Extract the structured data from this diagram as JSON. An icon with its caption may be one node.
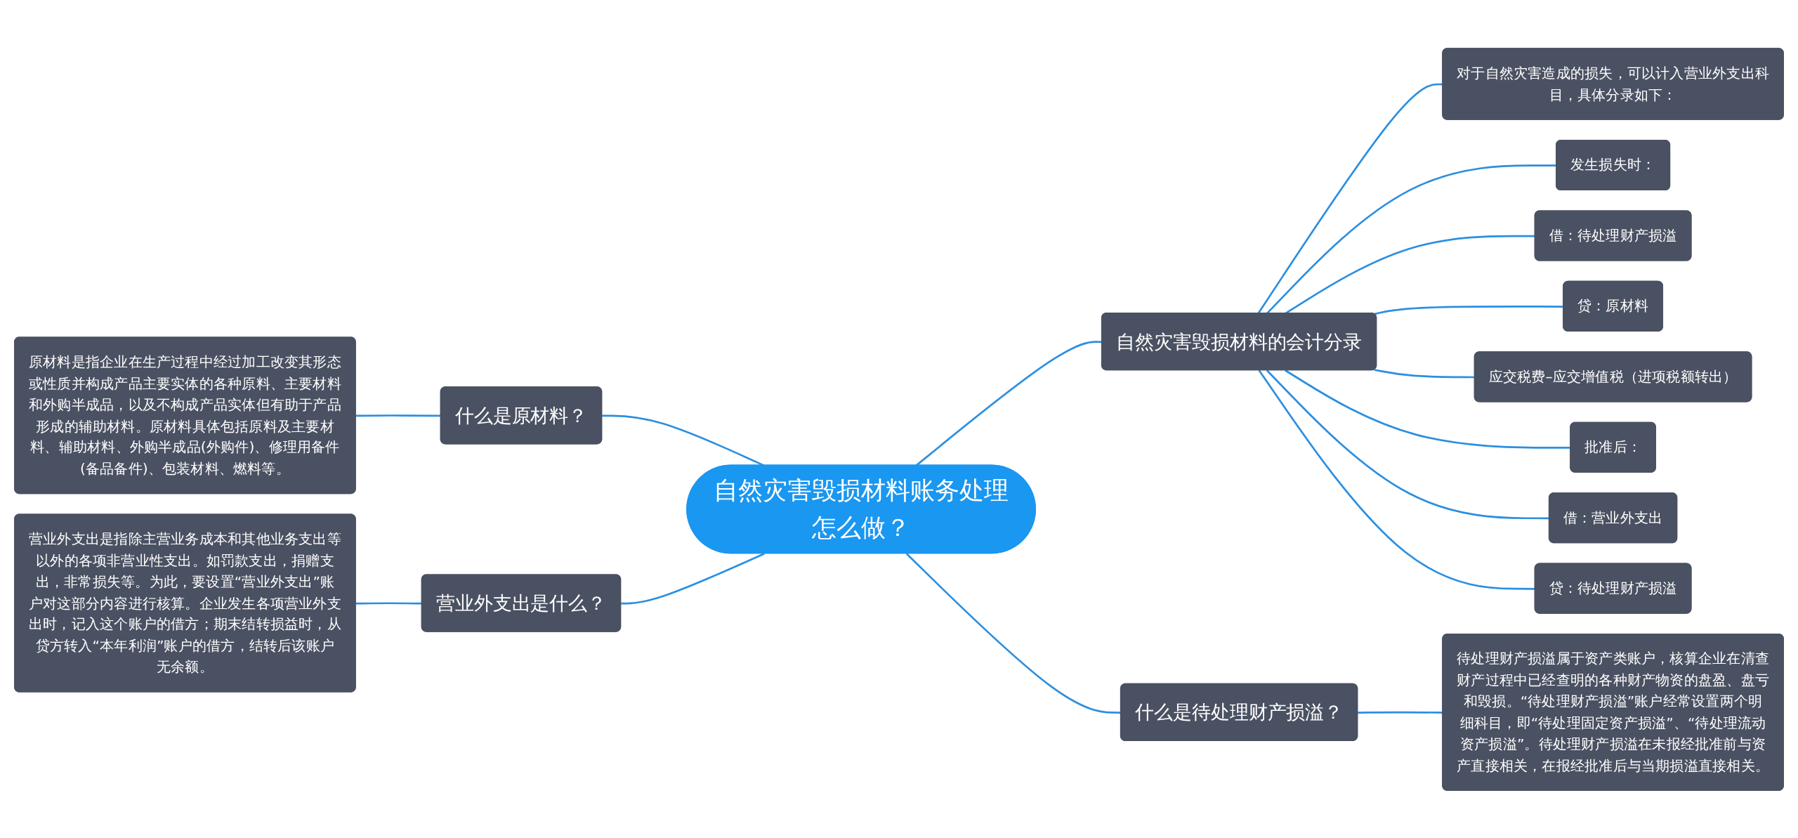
{
  "diagram": {
    "nodes": [
      {
        "text": [
          "自然灾害毁损材料账务处理怎么做？"
        ]
      },
      {
        "text": [
          "自然灾害毁损材料的会计分录"
        ]
      },
      {
        "text": [
          "对于自然灾害造成的损失，可以计入营业外支出科目，具体分录如下："
        ]
      },
      {
        "text": [
          "发生损失时："
        ]
      },
      {
        "text": [
          "借：待处理财产损溢"
        ]
      },
      {
        "text": [
          "贷：原材料"
        ]
      },
      {
        "text": [
          "应交税费–应交增值税（进项税额转出）"
        ]
      },
      {
        "text": [
          "批准后："
        ]
      },
      {
        "text": [
          "借：营业外支出"
        ]
      },
      {
        "text": [
          "贷：待处理财产损溢"
        ]
      },
      {
        "text": [
          "什么是原材料？"
        ]
      },
      {
        "text": [
          "原材料是指企业在生产过程中经过加工改变其形态或性质并构成产品主要实体的各种原料、主要材料和外购半成品，以及不构成产品实体但有助于产品形成的辅助材料。原材料具体包括原料及主要材料、辅助材料、外购半成品(外购件)、修理用备件(备品备件)、包装材料、燃料等。"
        ]
      },
      {
        "text": [
          "营业外支出是什么？"
        ]
      },
      {
        "text": [
          "营业外支出是指除主营业务成本和其他业务支出等以外的各项非营业性支出。如罚款支出，捐赠支出，非常损失等。为此，要设置“营业外支出”账户对这部分内容进行核算。企业发生各项营业外支出时，记入这个账户的借方；期末结转损益时，从贷方转入“本年利润”账户的借方，结转后该账户无余额。"
        ]
      },
      {
        "text": [
          "什么是待处理财产损溢？"
        ]
      },
      {
        "text": [
          "待处理财产损溢属于资产类账户，核算企业在清查财产过程中已经查明的各种财产物资的盘盈、盘亏和毁损。“待处理财产损溢”账户经常设置两个明细科目，即“待处理固定资产损溢”、“待处理流动资产损溢”。待处理财产损溢在未报经批准前与资产直接相关，在报经批准后与当期损溢直接相关。"
        ]
      }
    ],
    "edges": [
      {
        "from": 0,
        "to": 1,
        "arrow": "none"
      },
      {
        "from": 1,
        "to": 2,
        "arrow": "none"
      },
      {
        "from": 1,
        "to": 3,
        "arrow": "none"
      },
      {
        "from": 1,
        "to": 4,
        "arrow": "none"
      },
      {
        "from": 1,
        "to": 5,
        "arrow": "none"
      },
      {
        "from": 1,
        "to": 6,
        "arrow": "none"
      },
      {
        "from": 1,
        "to": 7,
        "arrow": "none"
      },
      {
        "from": 1,
        "to": 8,
        "arrow": "none"
      },
      {
        "from": 1,
        "to": 9,
        "arrow": "none"
      },
      {
        "from": 0,
        "to": 10,
        "arrow": "none"
      },
      {
        "from": 10,
        "to": 11,
        "arrow": "none"
      },
      {
        "from": 0,
        "to": 12,
        "arrow": "none"
      },
      {
        "from": 12,
        "to": 13,
        "arrow": "none"
      },
      {
        "from": 0,
        "to": 14,
        "arrow": "none"
      },
      {
        "from": 14,
        "to": 15,
        "arrow": "none"
      }
    ]
  }
}
